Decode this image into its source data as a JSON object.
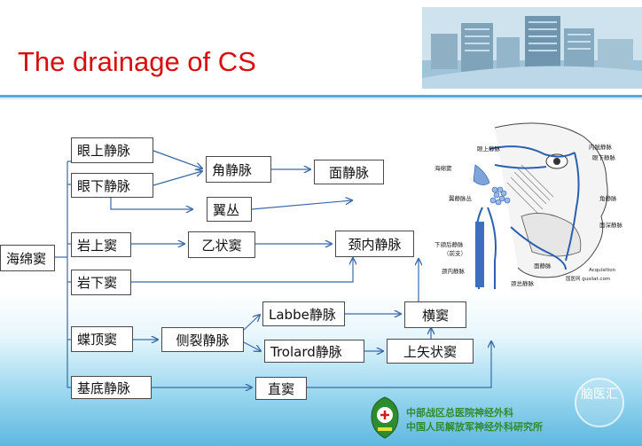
{
  "slide": {
    "title": "The drainage of CS"
  },
  "nodes": {
    "cs": "海绵窦",
    "sup_ophthalmic": "眼上静脉",
    "inf_ophthalmic": "眼下静脉",
    "angular": "角静脉",
    "facial": "面静脉",
    "pterygoid": "翼丛",
    "sup_petrosal": "岩上窦",
    "sigmoid": "乙状窦",
    "ijv": "颈内静脉",
    "inf_petrosal": "岩下窦",
    "sphenoparietal": "蝶顶窦",
    "sylvian": "侧裂静脉",
    "labbe": "Labbe静脉",
    "transverse": "横窦",
    "trolard": "Trolard静脉",
    "sss": "上矢状窦",
    "basal": "基底静脉",
    "straight": "直窦"
  },
  "anatomy": {
    "labels": [
      "眼上静脉",
      "内眦静脉",
      "眼下静脉",
      "海绵窦",
      "翼静脉丛",
      "角静脉",
      "面深静脉",
      "下颌后静脉",
      "（前支）",
      "颈内静脉",
      "面静脉",
      "颈总静脉",
      "Acquisition",
      "国医网 gusilat.com"
    ]
  },
  "footer": {
    "line1": "中部战区总医院神经外科",
    "line2": "中国人民解放军神经外科研究所",
    "badge": "脑医汇"
  },
  "colors": {
    "title": "#d80d0d",
    "rule": "#5aa6d8",
    "arrow": "#3a6aa8",
    "credit": "#2e8b2e"
  }
}
